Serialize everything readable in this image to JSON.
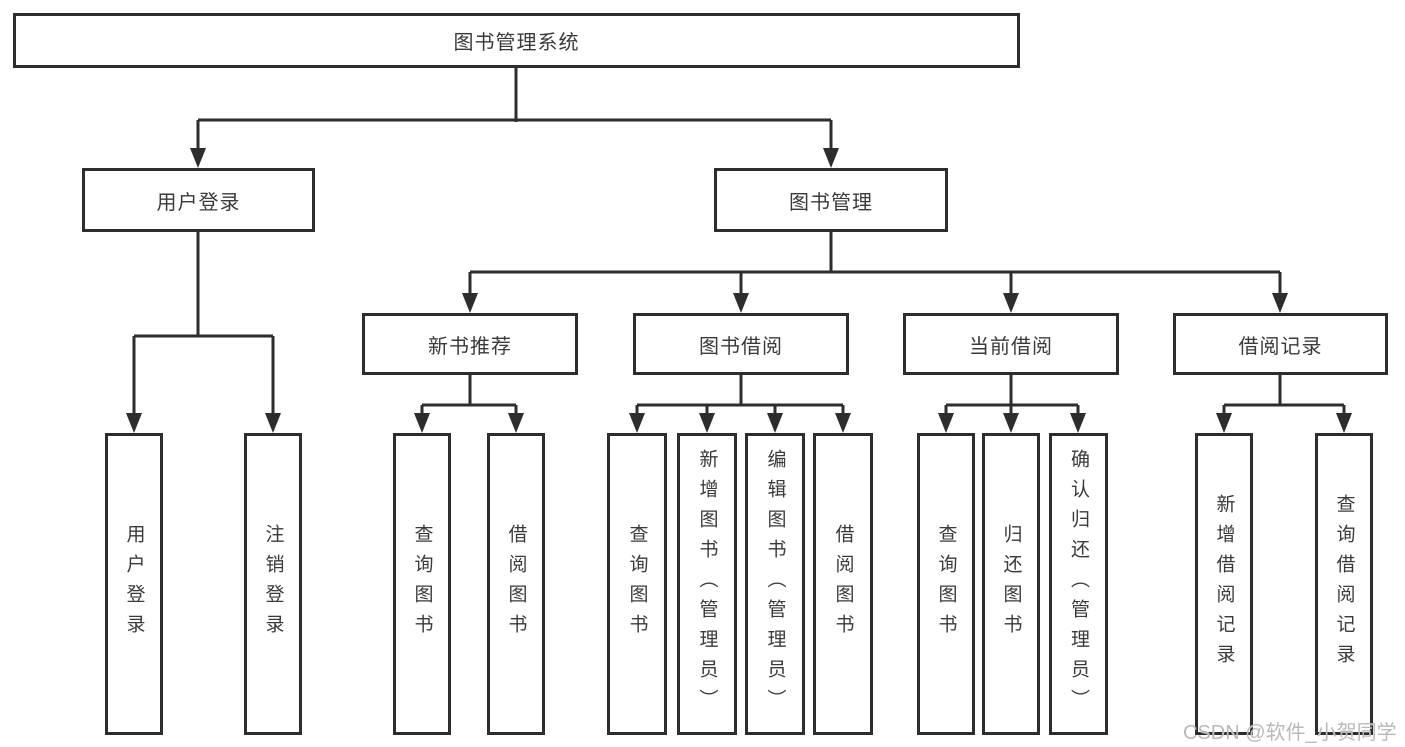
{
  "diagram_title": "图书管理系统",
  "tree": {
    "root": {
      "label": "图书管理系统"
    },
    "branches": [
      {
        "label": "用户登录",
        "children": [
          {
            "label": "用户登录"
          },
          {
            "label": "注销登录"
          }
        ]
      },
      {
        "label": "图书管理",
        "children": [
          {
            "label": "新书推荐",
            "children": [
              {
                "label": "查询图书"
              },
              {
                "label": "借阅图书"
              }
            ]
          },
          {
            "label": "图书借阅",
            "children": [
              {
                "label": "查询图书"
              },
              {
                "label": "新增图书（管理员）"
              },
              {
                "label": "编辑图书（管理员）"
              },
              {
                "label": "借阅图书"
              }
            ]
          },
          {
            "label": "当前借阅",
            "children": [
              {
                "label": "查询图书"
              },
              {
                "label": "归还图书"
              },
              {
                "label": "确认归还（管理员）"
              }
            ]
          },
          {
            "label": "借阅记录",
            "children": [
              {
                "label": "新增借阅记录"
              },
              {
                "label": "查询借阅记录"
              }
            ]
          }
        ]
      }
    ]
  },
  "watermark": "CSDN @软件_小贺同学",
  "colors": {
    "line": "#2d2d2d",
    "box_border": "#2d2d2d",
    "text": "#3a3a3a",
    "watermark": "#b9b9bb",
    "background": "#ffffff"
  }
}
